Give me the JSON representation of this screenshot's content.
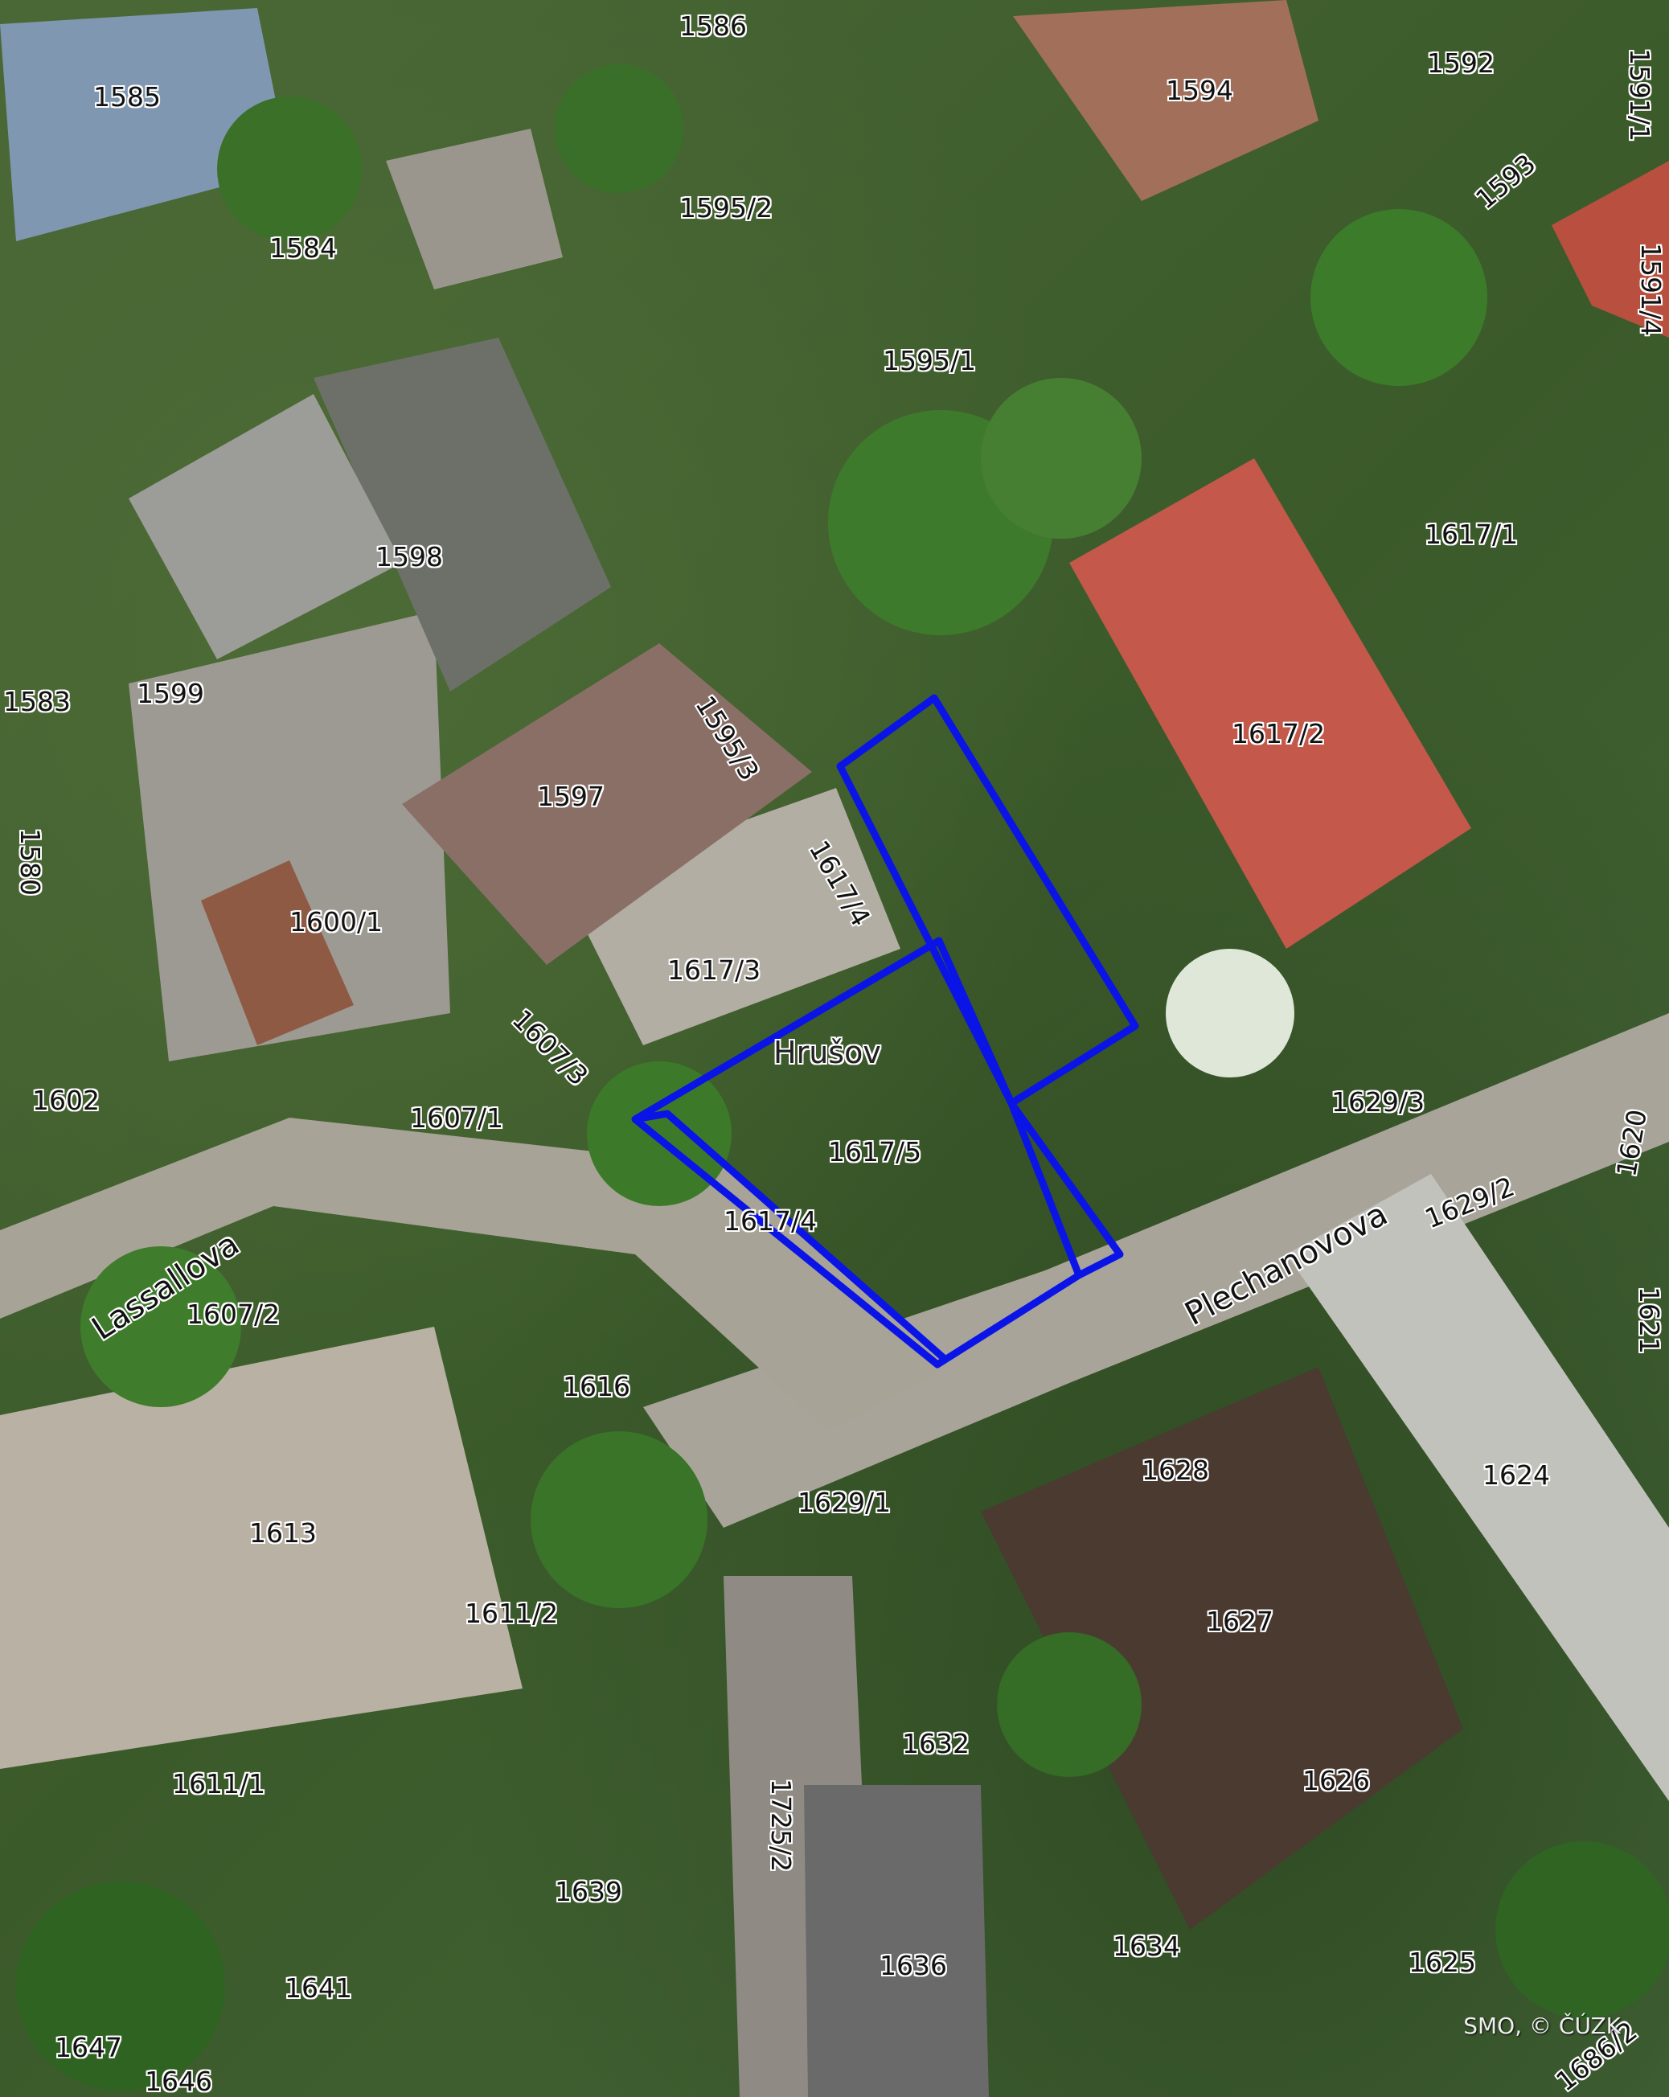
{
  "map": {
    "locality": "Hrušov",
    "streets": [
      "Lassallova",
      "Plechanovova"
    ],
    "copyright": "SMO, © ČÚZK",
    "highlight_color": "#0a14e6",
    "parcel_numbers": [
      "1585",
      "1586",
      "1592",
      "1594",
      "1591/1",
      "1593",
      "1595/2",
      "1584",
      "1591/4",
      "1595/1",
      "1617/1",
      "1598",
      "1599",
      "1583",
      "1595/3",
      "1617/2",
      "1597",
      "1580",
      "1617/4",
      "1600/1",
      "1617/3",
      "1607/3",
      "1602",
      "1607/1",
      "1629/3",
      "1617/5",
      "1629/2",
      "1620",
      "1617/4",
      "1607/2",
      "1621",
      "1616",
      "1628",
      "1624",
      "1629/1",
      "1613",
      "1627",
      "1611/2",
      "1632",
      "1626",
      "1725/2",
      "1611/1",
      "1639",
      "1636",
      "1634",
      "1625",
      "1641",
      "1647",
      "1646",
      "1686/2"
    ]
  }
}
